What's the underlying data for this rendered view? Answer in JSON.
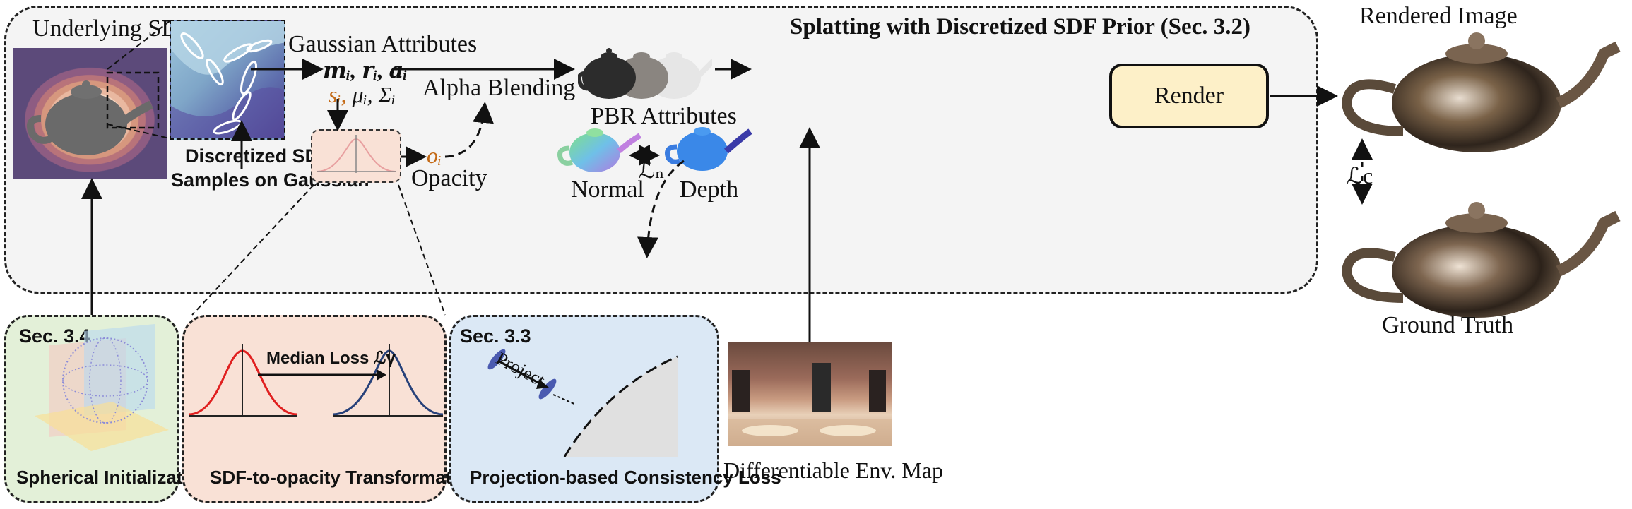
{
  "main_panel": {
    "title": "Splatting with Discretized SDF Prior (Sec. 3.2)"
  },
  "labels": {
    "underlying_sdf": "Underlying SDF",
    "gaussian_attributes": "Gaussian Attributes",
    "eq_line1": "m",
    "eq_line1_full": "𝒎ᵢ, 𝒓ᵢ, 𝒂ᵢ",
    "eq_line2_s": "sᵢ,",
    "eq_line2_rest": " μᵢ, Σᵢ",
    "alpha_blending": "Alpha Blending",
    "discretized_sdf_line1": "Discretized SDF",
    "discretized_sdf_line2": "Samples on Gaussian",
    "opacity_symbol": "oᵢ",
    "opacity": "Opacity",
    "pbr_attributes": "PBR Attributes",
    "normal": "Normal",
    "depth": "Depth",
    "loss_n": "ℒₙ",
    "render": "Render",
    "rendered_image": "Rendered Image",
    "loss_c": "ℒc",
    "ground_truth": "Ground Truth",
    "env_map": "Differentiable Env. Map"
  },
  "subpanels": {
    "spherical": {
      "sec": "Sec. 3.4",
      "caption": "Spherical Initialization",
      "color": "#e3f0d8"
    },
    "sdf_opacity": {
      "caption": "SDF-to-opacity Transformation",
      "median_loss": "Median Loss ℒγ",
      "color": "#f9e1d6"
    },
    "projection": {
      "sec": "Sec. 3.3",
      "caption": "Projection-based Consistency Loss",
      "project": "Project",
      "color": "#dbe8f5"
    }
  },
  "colors": {
    "panel_bg": "#f4f4f4",
    "render_fill": "#fdf0c8",
    "accent_orange": "#c46a16",
    "curve_red": "#e02020",
    "curve_blue": "#27417a"
  }
}
